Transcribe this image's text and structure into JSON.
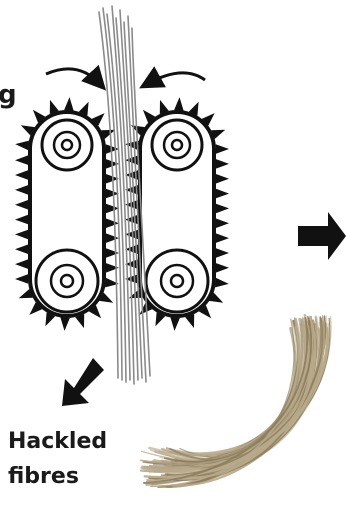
{
  "labels": {
    "cut_letter": "g",
    "output_line1": "Hackled",
    "output_line2": "fibres"
  },
  "colors": {
    "ink": "#111111",
    "belt_fill": "#ffffff",
    "fibre_strand": "#8a8a8a",
    "fibre_bundle": "#b8a98a",
    "fibre_bundle_dark": "#8c7d5e"
  },
  "icons": {
    "left_rotation": "curved-arrow-clockwise",
    "right_rotation": "curved-arrow-counterclockwise",
    "output": "arrow-down-left",
    "next_step": "arrow-right"
  }
}
